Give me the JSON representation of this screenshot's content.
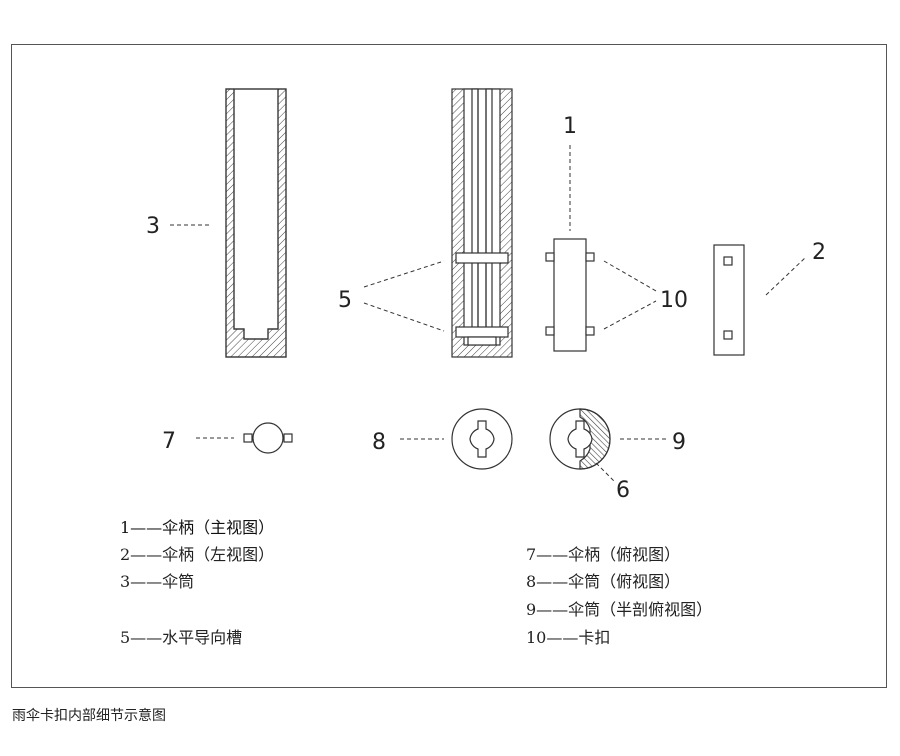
{
  "caption": "雨伞卡扣内部细节示意图",
  "labels": {
    "n1": "1",
    "n2": "2",
    "n3": "3",
    "n5": "5",
    "n6": "6",
    "n7": "7",
    "n8": "8",
    "n9": "9",
    "n10": "10"
  },
  "legend": {
    "l1": "1——伞柄（主视图）",
    "l2": "2——伞柄（左视图）",
    "l3": "3——伞筒",
    "l5": "5——水平导向槽",
    "l7": "7——伞柄（俯视图）",
    "l8": "8——伞筒（俯视图）",
    "l9": "9——伞筒（半剖俯视图）",
    "l10": "10——卡扣"
  },
  "colors": {
    "line": "#333333",
    "hatch": "#444444",
    "fill_dark": "#555555"
  }
}
